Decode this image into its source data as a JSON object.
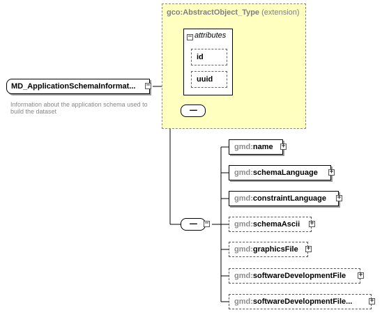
{
  "root": {
    "label": "MD_ApplicationSchemaInformat...",
    "description": "Information about the application schema used to build the dataset"
  },
  "extension": {
    "type_name": "gco:AbstractObject_Type",
    "note": "(extension)"
  },
  "attributes": {
    "header": "attributes",
    "items": [
      "id",
      "uuid"
    ]
  },
  "sequence_symbol": "----",
  "expand_symbol": "+",
  "collapse_symbol": "−",
  "elements": [
    {
      "ns": "gmd:",
      "name": "name",
      "optional": false,
      "multiple": false
    },
    {
      "ns": "gmd:",
      "name": "schemaLanguage",
      "optional": false,
      "multiple": false
    },
    {
      "ns": "gmd:",
      "name": "constraintLanguage",
      "optional": false,
      "multiple": false
    },
    {
      "ns": "gmd:",
      "name": "schemaAscii",
      "optional": true,
      "multiple": false
    },
    {
      "ns": "gmd:",
      "name": "graphicsFile",
      "optional": true,
      "multiple": false
    },
    {
      "ns": "gmd:",
      "name": "softwareDevelopmentFile",
      "optional": true,
      "multiple": false
    },
    {
      "ns": "gmd:",
      "name": "softwareDevelopmentFile...",
      "optional": true,
      "multiple": false
    }
  ]
}
